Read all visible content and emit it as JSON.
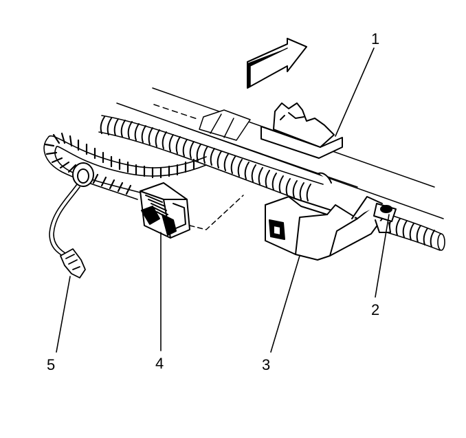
{
  "callouts": [
    {
      "id": "1",
      "label": "1"
    },
    {
      "id": "2",
      "label": "2"
    },
    {
      "id": "3",
      "label": "3"
    },
    {
      "id": "4",
      "label": "4"
    },
    {
      "id": "5",
      "label": "5"
    }
  ],
  "colors": {
    "ink": "#000000",
    "paper": "#ffffff"
  },
  "icons": {
    "direction_arrow": "forward-arrow-icon"
  }
}
